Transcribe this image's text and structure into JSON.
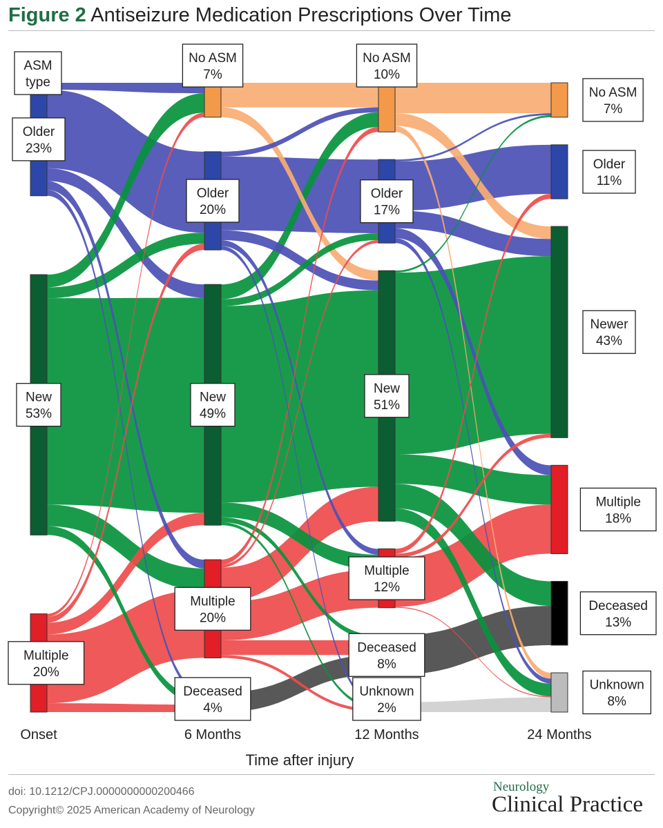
{
  "header": {
    "figure_label": "Figure 2",
    "figure_title": "Antiseizure Medication Prescriptions Over Time"
  },
  "footer": {
    "doi": "doi: 10.1212/CPJ.0000000000200466",
    "copyright": "Copyright© 2025 American Academy of Neurology",
    "journal_top": "Neurology",
    "journal_bottom": "Clinical Practice"
  },
  "chart_data": {
    "type": "sankey",
    "title": "Antiseizure Medication Prescriptions Over Time",
    "xlabel": "Time after injury",
    "legend_title_lines": [
      "ASM",
      "type"
    ],
    "stages": [
      "Onset",
      "6 Months",
      "12 Months",
      "24 Months"
    ],
    "colors": {
      "no_asm": "#f7ad73",
      "older": "#4b50b5",
      "new": "#07923d",
      "multiple": "#ee4b4b",
      "deceased": "#4a4a4a",
      "unknown": "#cfcfcf"
    },
    "node_colors": {
      "no_asm": "#f39a4a",
      "older": "#2d47a8",
      "new": "#0b5e32",
      "multiple": "#e21e26",
      "deceased": "#000000",
      "unknown": "#bcbcbc"
    },
    "nodes": [
      {
        "id": "o_older",
        "stage": 0,
        "category": "older",
        "lines": [
          "Older",
          "23%"
        ],
        "percent": 23
      },
      {
        "id": "o_new",
        "stage": 0,
        "category": "new",
        "lines": [
          "New",
          "53%"
        ],
        "percent": 53
      },
      {
        "id": "o_mult",
        "stage": 0,
        "category": "multiple",
        "lines": [
          "Multiple",
          "20%"
        ],
        "percent": 20
      },
      {
        "id": "s6_noasm",
        "stage": 1,
        "category": "no_asm",
        "lines": [
          "No ASM",
          "7%"
        ],
        "percent": 7
      },
      {
        "id": "s6_older",
        "stage": 1,
        "category": "older",
        "lines": [
          "Older",
          "20%"
        ],
        "percent": 20
      },
      {
        "id": "s6_new",
        "stage": 1,
        "category": "new",
        "lines": [
          "New",
          "49%"
        ],
        "percent": 49
      },
      {
        "id": "s6_mult",
        "stage": 1,
        "category": "multiple",
        "lines": [
          "Multiple",
          "20%"
        ],
        "percent": 20
      },
      {
        "id": "s6_dec",
        "stage": 1,
        "category": "deceased",
        "lines": [
          "Deceased",
          "4%"
        ],
        "percent": 4
      },
      {
        "id": "s12_noasm",
        "stage": 2,
        "category": "no_asm",
        "lines": [
          "No ASM",
          "10%"
        ],
        "percent": 10
      },
      {
        "id": "s12_older",
        "stage": 2,
        "category": "older",
        "lines": [
          "Older",
          "17%"
        ],
        "percent": 17
      },
      {
        "id": "s12_new",
        "stage": 2,
        "category": "new",
        "lines": [
          "New",
          "51%"
        ],
        "percent": 51
      },
      {
        "id": "s12_mult",
        "stage": 2,
        "category": "multiple",
        "lines": [
          "Multiple",
          "12%"
        ],
        "percent": 12
      },
      {
        "id": "s12_dec",
        "stage": 2,
        "category": "deceased",
        "lines": [
          "Deceased",
          "8%"
        ],
        "percent": 8
      },
      {
        "id": "s12_unk",
        "stage": 2,
        "category": "unknown",
        "lines": [
          "Unknown",
          "2%"
        ],
        "percent": 2
      },
      {
        "id": "s24_noasm",
        "stage": 3,
        "category": "no_asm",
        "lines": [
          "No ASM",
          "7%"
        ],
        "percent": 7
      },
      {
        "id": "s24_older",
        "stage": 3,
        "category": "older",
        "lines": [
          "Older",
          "11%"
        ],
        "percent": 11
      },
      {
        "id": "s24_newer",
        "stage": 3,
        "category": "new",
        "lines": [
          "Newer",
          "43%"
        ],
        "percent": 43
      },
      {
        "id": "s24_mult",
        "stage": 3,
        "category": "multiple",
        "lines": [
          "Multiple",
          "18%"
        ],
        "percent": 18
      },
      {
        "id": "s24_dec",
        "stage": 3,
        "category": "deceased",
        "lines": [
          "Deceased",
          "13%"
        ],
        "percent": 13
      },
      {
        "id": "s24_unk",
        "stage": 3,
        "category": "unknown",
        "lines": [
          "Unknown",
          "8%"
        ],
        "percent": 8
      }
    ],
    "links": [
      {
        "source": "o_older",
        "target": "s6_noasm",
        "value": 1.4
      },
      {
        "source": "o_older",
        "target": "s6_older",
        "value": 16
      },
      {
        "source": "o_older",
        "target": "s6_new",
        "value": 2.6
      },
      {
        "source": "o_older",
        "target": "s6_mult",
        "value": 1.8
      },
      {
        "source": "o_older",
        "target": "s6_dec",
        "value": 1.2
      },
      {
        "source": "o_new",
        "target": "s6_noasm",
        "value": 2.6
      },
      {
        "source": "o_new",
        "target": "s6_older",
        "value": 2.2
      },
      {
        "source": "o_new",
        "target": "s6_new",
        "value": 42
      },
      {
        "source": "o_new",
        "target": "s6_mult",
        "value": 4.4
      },
      {
        "source": "o_new",
        "target": "s6_dec",
        "value": 1.8
      },
      {
        "source": "o_mult",
        "target": "s6_noasm",
        "value": 0.6
      },
      {
        "source": "o_mult",
        "target": "s6_older",
        "value": 1.2
      },
      {
        "source": "o_mult",
        "target": "s6_new",
        "value": 2.4
      },
      {
        "source": "o_mult",
        "target": "s6_mult",
        "value": 14
      },
      {
        "source": "o_mult",
        "target": "s6_dec",
        "value": 1.8
      },
      {
        "source": "s6_noasm",
        "target": "s12_noasm",
        "value": 5
      },
      {
        "source": "s6_noasm",
        "target": "s12_new",
        "value": 2
      },
      {
        "source": "s6_older",
        "target": "s12_noasm",
        "value": 1
      },
      {
        "source": "s6_older",
        "target": "s12_older",
        "value": 15
      },
      {
        "source": "s6_older",
        "target": "s12_new",
        "value": 2
      },
      {
        "source": "s6_older",
        "target": "s12_mult",
        "value": 1.2
      },
      {
        "source": "s6_older",
        "target": "s12_unk",
        "value": 0.8
      },
      {
        "source": "s6_new",
        "target": "s12_noasm",
        "value": 3
      },
      {
        "source": "s6_new",
        "target": "s12_older",
        "value": 1.4
      },
      {
        "source": "s6_new",
        "target": "s12_new",
        "value": 40
      },
      {
        "source": "s6_new",
        "target": "s12_mult",
        "value": 3
      },
      {
        "source": "s6_new",
        "target": "s12_dec",
        "value": 1
      },
      {
        "source": "s6_new",
        "target": "s12_unk",
        "value": 0.6
      },
      {
        "source": "s6_mult",
        "target": "s12_noasm",
        "value": 1
      },
      {
        "source": "s6_mult",
        "target": "s12_older",
        "value": 0.6
      },
      {
        "source": "s6_mult",
        "target": "s12_new",
        "value": 7
      },
      {
        "source": "s6_mult",
        "target": "s12_mult",
        "value": 7.8
      },
      {
        "source": "s6_mult",
        "target": "s12_dec",
        "value": 3
      },
      {
        "source": "s6_mult",
        "target": "s12_unk",
        "value": 0.6
      },
      {
        "source": "s6_dec",
        "target": "s12_dec",
        "value": 4
      },
      {
        "source": "s12_noasm",
        "target": "s24_noasm",
        "value": 6.2
      },
      {
        "source": "s12_noasm",
        "target": "s24_newer",
        "value": 2.6
      },
      {
        "source": "s12_noasm",
        "target": "s24_unk",
        "value": 1.2
      },
      {
        "source": "s12_older",
        "target": "s24_noasm",
        "value": 0.4
      },
      {
        "source": "s12_older",
        "target": "s24_older",
        "value": 10
      },
      {
        "source": "s12_older",
        "target": "s24_newer",
        "value": 3.6
      },
      {
        "source": "s12_older",
        "target": "s24_mult",
        "value": 2
      },
      {
        "source": "s12_older",
        "target": "s24_unk",
        "value": 1
      },
      {
        "source": "s12_new",
        "target": "s24_noasm",
        "value": 0.4
      },
      {
        "source": "s12_new",
        "target": "s24_newer",
        "value": 37
      },
      {
        "source": "s12_new",
        "target": "s24_mult",
        "value": 6
      },
      {
        "source": "s12_new",
        "target": "s24_dec",
        "value": 5
      },
      {
        "source": "s12_new",
        "target": "s24_unk",
        "value": 2.6
      },
      {
        "source": "s12_mult",
        "target": "s24_older",
        "value": 1
      },
      {
        "source": "s12_mult",
        "target": "s24_newer",
        "value": 0.8
      },
      {
        "source": "s12_mult",
        "target": "s24_mult",
        "value": 10
      },
      {
        "source": "s12_mult",
        "target": "s24_unk",
        "value": 0.2
      },
      {
        "source": "s12_dec",
        "target": "s24_dec",
        "value": 8
      },
      {
        "source": "s12_unk",
        "target": "s24_unk",
        "value": 3
      }
    ]
  }
}
